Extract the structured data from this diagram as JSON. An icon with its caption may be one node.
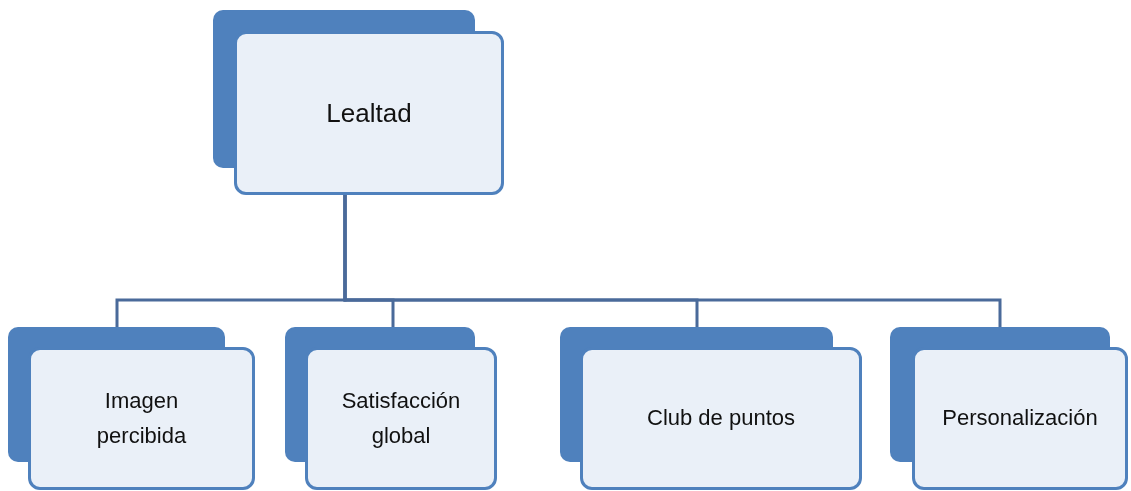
{
  "diagram": {
    "nodes": [
      {
        "text": [
          "Lealtad"
        ]
      },
      {
        "text": [
          "Imagen percibida"
        ]
      },
      {
        "text": [
          "Satisfacción global"
        ]
      },
      {
        "text": [
          "Club de puntos"
        ]
      },
      {
        "text": [
          "Personalización"
        ]
      }
    ],
    "edges": [
      {
        "from": 0,
        "to": 1,
        "arrow": "none"
      },
      {
        "from": 0,
        "to": 2,
        "arrow": "none"
      },
      {
        "from": 0,
        "to": 3,
        "arrow": "none"
      },
      {
        "from": 0,
        "to": 4,
        "arrow": "none"
      }
    ]
  }
}
